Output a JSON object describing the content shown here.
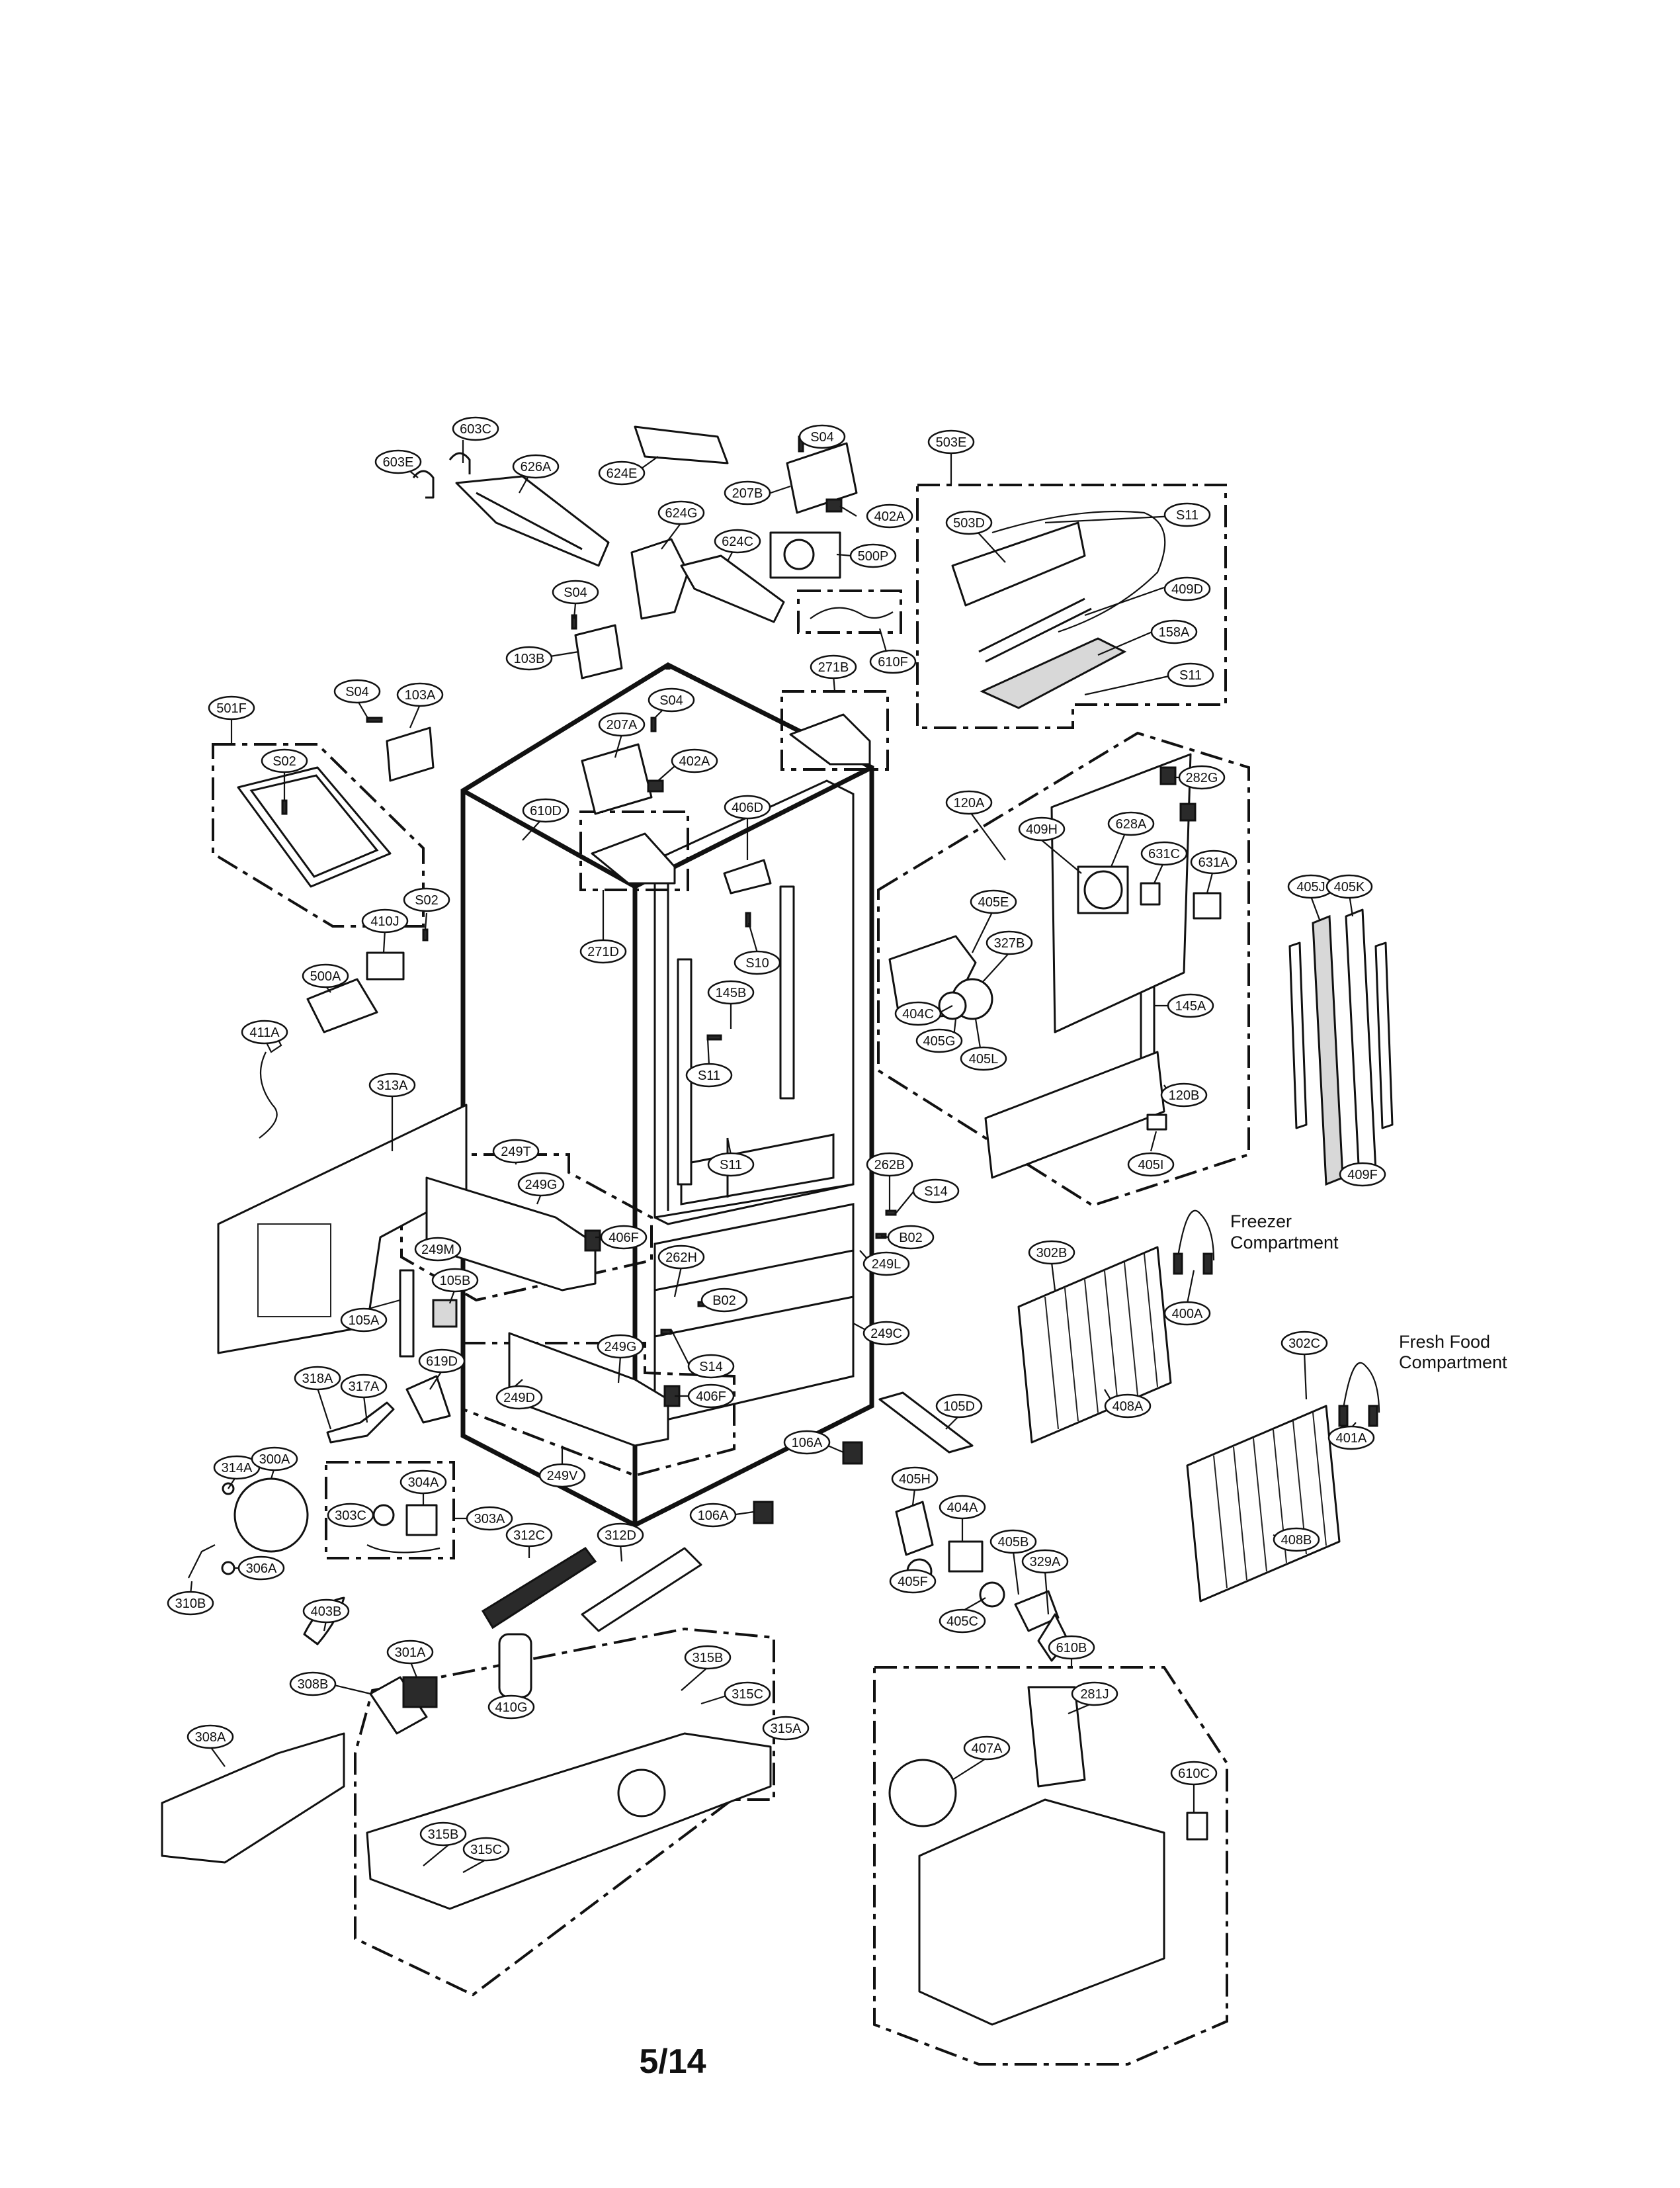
{
  "page_number": "5/14",
  "notes": {
    "freezer_line1": "Freezer",
    "freezer_line2": "Compartment",
    "fresh_food_line1": "Fresh Food",
    "fresh_food_line2": "Compartment"
  },
  "callouts": [
    "603C",
    "603E",
    "626A",
    "624E",
    "S04",
    "207B",
    "402A",
    "503E",
    "503D",
    "S11",
    "624G",
    "624C",
    "500P",
    "409D",
    "S04",
    "103B",
    "610F",
    "158A",
    "S11",
    "271B",
    "501F",
    "S04",
    "103A",
    "S04",
    "S02",
    "207A",
    "402A",
    "610D",
    "406D",
    "282G",
    "120A",
    "409H",
    "628A",
    "631C",
    "631A",
    "405J",
    "405K",
    "S02",
    "410J",
    "271D",
    "S10",
    "405E",
    "327B",
    "500A",
    "145B",
    "404C",
    "405G",
    "405L",
    "145A",
    "411A",
    "S11",
    "120B",
    "313A",
    "249T",
    "S11",
    "405I",
    "409F",
    "262B",
    "249G",
    "S14",
    "B02",
    "406F",
    "249M",
    "262H",
    "249L",
    "105B",
    "B02",
    "302B",
    "105A",
    "249C",
    "400A",
    "249G",
    "S14",
    "302C",
    "619D",
    "318A",
    "317A",
    "249D",
    "406F",
    "105D",
    "401A",
    "106A",
    "314A",
    "300A",
    "249V",
    "405H",
    "304A",
    "404A",
    "303C",
    "303A",
    "408A",
    "312C",
    "312D",
    "106A",
    "405B",
    "329A",
    "405F",
    "408B",
    "306A",
    "310B",
    "405C",
    "403B",
    "610B",
    "301A",
    "315B",
    "315C",
    "281J",
    "308B",
    "410G",
    "315A",
    "407A",
    "308A",
    "610C",
    "315B",
    "315C"
  ]
}
